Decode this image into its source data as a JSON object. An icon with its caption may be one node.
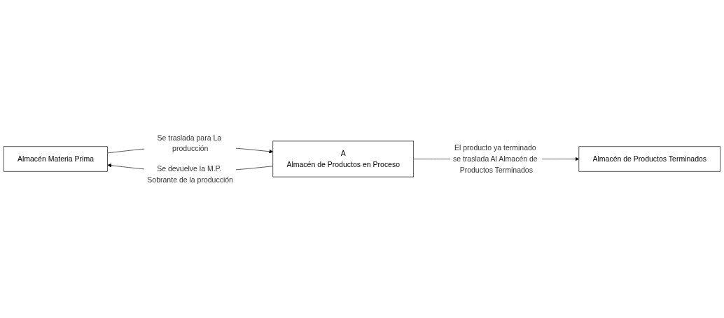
{
  "diagram": {
    "nodes": [
      {
        "text": [
          "Almacén Materia Prima"
        ]
      },
      {
        "text": [
          "A",
          "Almacén de Productos en Proceso"
        ]
      },
      {
        "text": [
          "Almacén de Productos Terminados"
        ]
      }
    ],
    "edges": [
      {
        "from": 0,
        "to": 1,
        "arrow": "to",
        "label": "Se traslada para La producción"
      },
      {
        "from": 1,
        "to": 0,
        "arrow": "to",
        "label": "Se devuelve la M.P. Sobrante de la producción"
      },
      {
        "from": 1,
        "to": 2,
        "arrow": "to",
        "label": "El producto ya terminado se traslada Al Almacén de Productos Terminados"
      }
    ]
  }
}
